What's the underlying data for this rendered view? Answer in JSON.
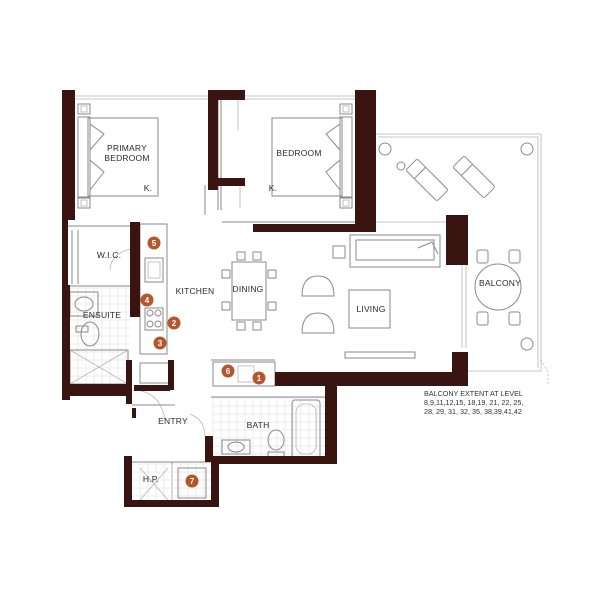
{
  "rooms": {
    "primary_bedroom_line1": "PRIMARY",
    "primary_bedroom_line2": "BEDROOM",
    "primary_closet_mark": "K.",
    "bedroom": "BEDROOM",
    "bedroom_closet_mark": "K.",
    "wic": "W.I.C.",
    "ensuite": "ENSUITE",
    "kitchen": "KITCHEN",
    "dining": "DINING",
    "living": "LIVING",
    "balcony": "BALCONY",
    "entry": "ENTRY",
    "bath": "BATH",
    "hp": "H.P."
  },
  "balcony_note": {
    "line1": "BALCONY EXTENT AT LEVEL",
    "line2": "8,9,11,12,15, 18,19, 21, 22, 25,",
    "line3": "28, 29, 31, 32, 35, 38,39,41,42"
  },
  "markers": [
    "1",
    "2",
    "3",
    "4",
    "5",
    "6",
    "7"
  ],
  "colors": {
    "wall": "#3a1410",
    "marker": "#b5562f",
    "thin_line": "#8a8a8a"
  }
}
